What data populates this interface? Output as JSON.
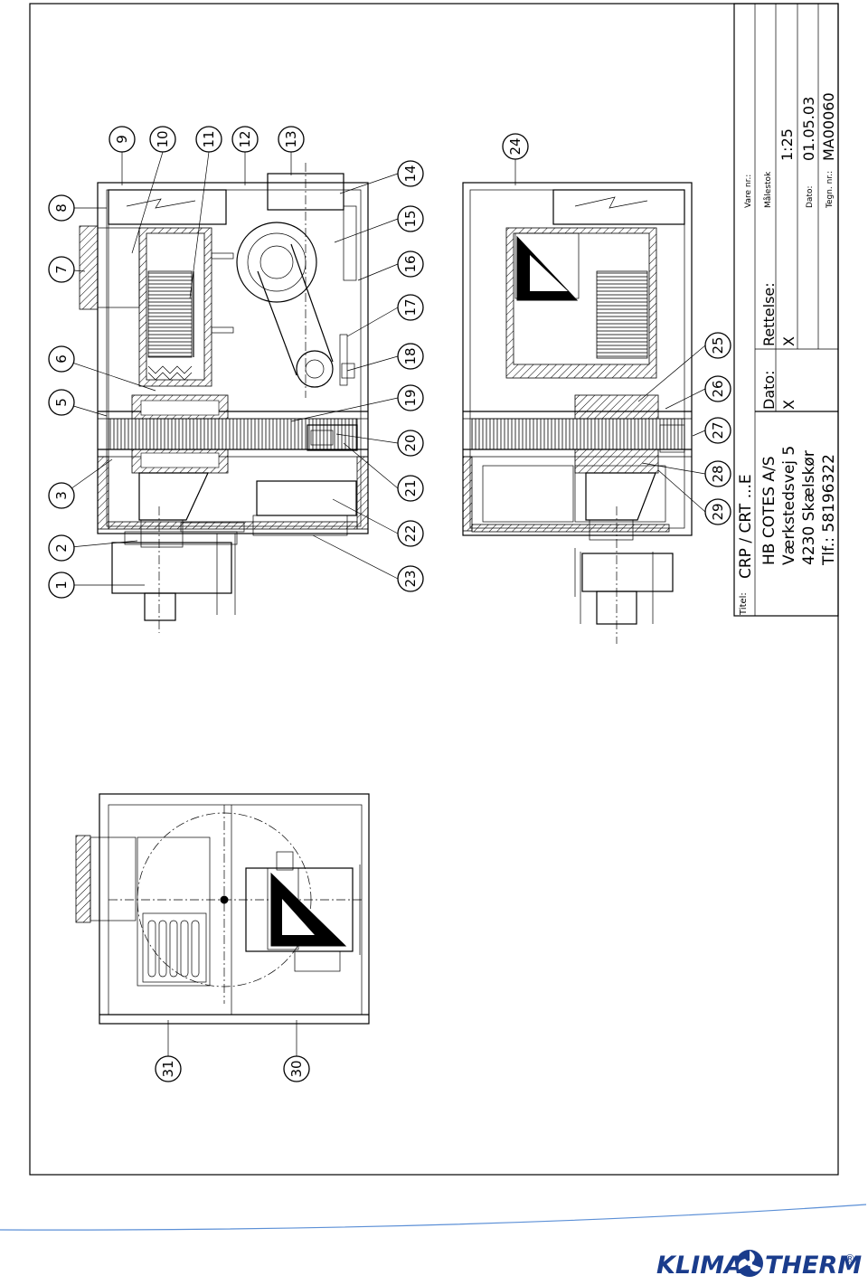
{
  "balloons": [
    "1",
    "2",
    "3",
    "5",
    "6",
    "7",
    "8",
    "9",
    "10",
    "11",
    "12",
    "13",
    "14",
    "15",
    "16",
    "17",
    "18",
    "19",
    "20",
    "21",
    "22",
    "23",
    "24",
    "25",
    "26",
    "27",
    "28",
    "29",
    "30",
    "31"
  ],
  "title_block": {
    "titel_label": "Titel:",
    "titel_value": "CRP / CRT ...E",
    "company": "HB COTES A/S",
    "street": "Værkstedsvej 5",
    "city": "4230   Skælskør",
    "phone": "Tlf.: 58196322",
    "dato_label": "Dato:",
    "dato_value": "X",
    "rettelse_label": "Rettelse:",
    "rettelse_value": "X",
    "vare_label": "Vare nr.:",
    "malestok_label": "Målestok",
    "malestok_value": "1:25",
    "dato2_label": "Dato:",
    "dato2_value": "01.05.03",
    "tegn_label": "Tegn. nr.:",
    "tegn_value": "MA00060"
  },
  "brand": {
    "left": "KLIMA",
    "right": "THERM",
    "reg": "®",
    "color": "#1a3c8c",
    "swoosh_color": "#5b8fd6",
    "icon": "fan-logo-icon"
  }
}
